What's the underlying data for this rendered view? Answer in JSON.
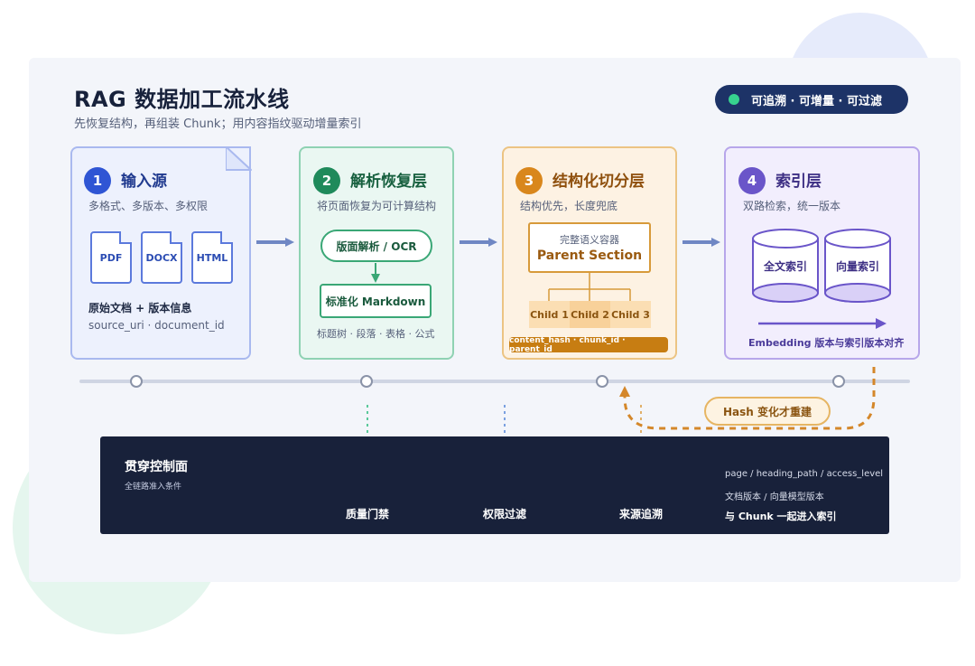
{
  "header": {
    "title": "RAG 数据加工流水线",
    "subtitle": "先恢复结构，再组装 Chunk；用内容指纹驱动增量索引",
    "badge": "可追溯 · 可增量 · 可过滤"
  },
  "stages": [
    {
      "number": "1",
      "title": "输入源",
      "desc": "多格式、多版本、多权限",
      "files": [
        "PDF",
        "DOCX",
        "HTML"
      ],
      "meta_title": "原始文档 + 版本信息",
      "meta_fields": "source_uri · document_id"
    },
    {
      "number": "2",
      "title": "解析恢复层",
      "desc": "将页面恢复为可计算结构",
      "step1": "版面解析 / OCR",
      "step2": "标准化 Markdown",
      "tags": "标题树 · 段落 · 表格 · 公式"
    },
    {
      "number": "3",
      "title": "结构化切分层",
      "desc": "结构优先，长度兜底",
      "parent_small": "完整语义容器",
      "parent_big": "Parent Section",
      "children": [
        "Child 1",
        "Child 2",
        "Child 3"
      ],
      "ids": "content_hash · chunk_id · parent_id"
    },
    {
      "number": "4",
      "title": "索引层",
      "desc": "双路检索，统一版本",
      "indexes": [
        "全文索引",
        "向量索引"
      ],
      "footer": "Embedding 版本与索引版本对齐"
    }
  ],
  "hash_note": "Hash 变化才重建",
  "control": {
    "title": "贯穿控制面",
    "subtitle": "全链路准入条件",
    "items": [
      "质量门禁",
      "权限过滤",
      "来源追溯"
    ],
    "notes": [
      "page / heading_path / access_level",
      "文档版本 / 向量模型版本",
      "与 Chunk 一起进入索引"
    ]
  },
  "colors": {
    "navy": "#1d3367",
    "stage1": "#2f55d4",
    "stage2": "#1f8a5b",
    "stage3": "#d9871c",
    "stage4": "#6a55c9",
    "arrow": "#6f87c4",
    "dashed": "#d4872a"
  }
}
